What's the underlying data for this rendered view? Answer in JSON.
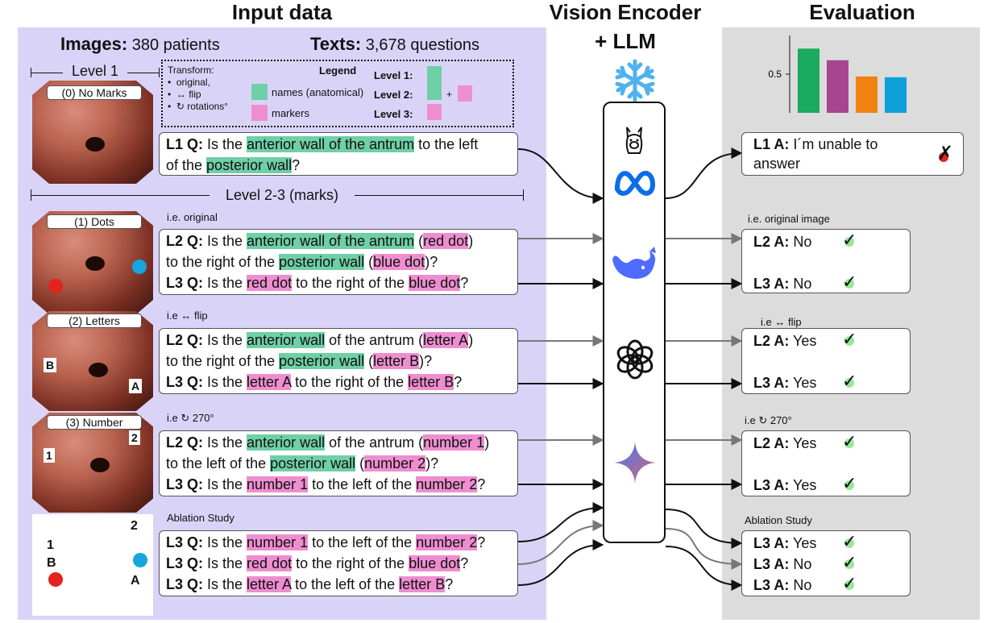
{
  "headings": {
    "input": "Input data",
    "encoder_line1": "Vision Encoder",
    "encoder_line2": "+ LLM",
    "evaluation": "Evaluation"
  },
  "stats": {
    "images_label": "Images:",
    "images_value": "380 patients",
    "texts_label": "Texts:",
    "texts_value": "3,678 questions"
  },
  "levels": {
    "level1": "Level 1",
    "level23": "Level 2-3 (marks)"
  },
  "legend": {
    "transform_title": "Transform:",
    "transform_items": [
      "original,",
      "↔ flip",
      "↻ rotations°"
    ],
    "title": "Legend",
    "names": "names (anatomical)",
    "markers": "markers",
    "level1": "Level 1:",
    "level2": "Level 2:",
    "level3": "Level 3:",
    "plus": "+"
  },
  "image_tags": {
    "none": "(0) No Marks",
    "dots": "(1) Dots",
    "letters": "(2) Letters",
    "number": "(3) Number"
  },
  "image_marks": {
    "letter_b": "B",
    "letter_a": "A",
    "num_1": "1",
    "num_2": "2"
  },
  "captions": {
    "original": "i.e. original",
    "flip": "i.e ↔ flip",
    "rot": "i.e ↻ 270°",
    "ablation": "Ablation Study",
    "eval_original": "i.e. original image",
    "eval_flip": "i.e ↔ flip",
    "eval_rot": "i.e ↻ 270°",
    "eval_ablation": "Ablation Study"
  },
  "questions": {
    "l1": {
      "label": "L1 Q:",
      "t1": " Is the ",
      "name1": "anterior wall of the antrum",
      "t2": " to the left",
      "t3": "of the ",
      "name2": "posterior wall",
      "t4": "?"
    },
    "dots_l2": {
      "label": "L2 Q:",
      "t1": " Is the ",
      "name1": "anterior wall of the antrum",
      "t2": " (",
      "mk1": "red dot",
      "t3": ")",
      "t4": "to the right of the ",
      "name2": "posterior wall",
      "t5": " (",
      "mk2": "blue dot",
      "t6": ")?"
    },
    "dots_l3": {
      "label": "L3 Q:",
      "t1": " Is the ",
      "mk1": "red dot",
      "t2": " to the right of the ",
      "mk2": "blue dot",
      "t3": "?"
    },
    "letters_l2": {
      "label": "L2 Q:",
      "t1": " Is the ",
      "name1": "anterior wall",
      "t2": " of the antrum (",
      "mk1": "letter A",
      "t3": ")",
      "t4": "to the right of the ",
      "name2": "posterior wall",
      "t5": " (",
      "mk2": "letter B",
      "t6": ")?"
    },
    "letters_l3": {
      "label": "L3 Q:",
      "t1": " Is the ",
      "mk1": "letter A",
      "t2": " to the right of the ",
      "mk2": "letter B",
      "t3": "?"
    },
    "number_l2": {
      "label": "L2 Q:",
      "t1": " Is the ",
      "name1": "anterior wall",
      "t2": " of the antrum (",
      "mk1": "number 1",
      "t3": ")",
      "t4": "to the left of the ",
      "name2": "posterior wall",
      "t5": " (",
      "mk2": "number 2",
      "t6": ")?"
    },
    "number_l3": {
      "label": "L3 Q:",
      "t1": " Is the ",
      "mk1": "number 1",
      "t2": " to the left of the ",
      "mk2": "number 2",
      "t3": "?"
    },
    "abl_1": {
      "label": "L3 Q:",
      "t1": " Is the ",
      "mk1": "number 1",
      "t2": " to the left of the ",
      "mk2": "number 2",
      "t3": "?"
    },
    "abl_2": {
      "label": "L3 Q:",
      "t1": " Is the ",
      "mk1": "red dot",
      "t2": " to the right of the ",
      "mk2": "blue dot",
      "t3": "?"
    },
    "abl_3": {
      "label": "L3 Q:",
      "t1": " Is the ",
      "mk1": "letter A",
      "t2": " to the left of the ",
      "mk2": "letter B",
      "t3": "?"
    }
  },
  "answers": {
    "l1": {
      "label": "L1 A:",
      "text": " I´m unable to",
      "text2": "answer"
    },
    "orig_l2": {
      "label": "L2 A:",
      "text": " No"
    },
    "orig_l3": {
      "label": "L3 A:",
      "text": " No"
    },
    "flip_l2": {
      "label": "L2 A:",
      "text": " Yes"
    },
    "flip_l3": {
      "label": "L3 A:",
      "text": " Yes"
    },
    "rot_l2": {
      "label": "L2 A:",
      "text": " Yes"
    },
    "rot_l3": {
      "label": "L3 A:",
      "text": " Yes"
    },
    "abl_1": {
      "label": "L3 A:",
      "text": " Yes"
    },
    "abl_2": {
      "label": "L3 A:",
      "text": " No"
    },
    "abl_3": {
      "label": "L3 A:",
      "text": " No"
    }
  },
  "symbols": {
    "check": "✓",
    "cross": "✗"
  },
  "colors": {
    "names_green": "#6fcfa6",
    "markers_pink": "#ee8ed0",
    "input_panel": "#d9d4f7",
    "eval_panel": "#dcdcdc"
  },
  "chart_data": {
    "type": "bar",
    "categories": [
      "",
      "",
      "",
      ""
    ],
    "values": [
      0.83,
      0.68,
      0.47,
      0.46
    ],
    "colors": [
      "#1aab5f",
      "#a8458f",
      "#f2820f",
      "#0f9fd8"
    ],
    "ytick_labels": [
      "0.5"
    ],
    "yticks": [
      0.5
    ],
    "ylim": [
      0,
      1
    ]
  }
}
